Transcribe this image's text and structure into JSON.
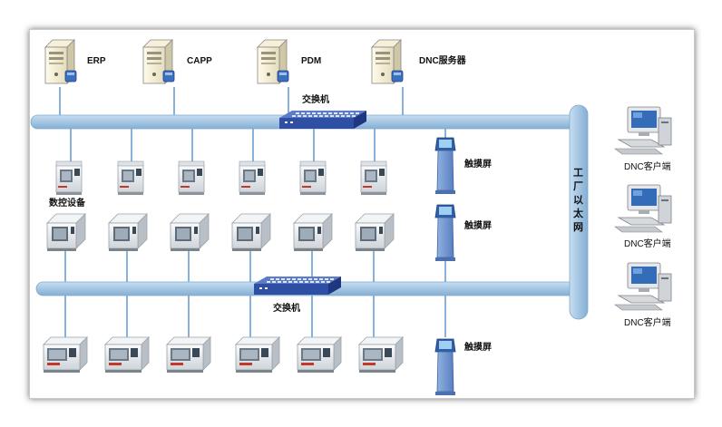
{
  "servers": [
    {
      "name": "ERP"
    },
    {
      "name": "CAPP"
    },
    {
      "name": "PDM"
    },
    {
      "name": "DNC服务器"
    }
  ],
  "switches": {
    "top_label": "交换机",
    "bottom_label": "交换机"
  },
  "cnc": {
    "label": "数控设备"
  },
  "touchscreens": [
    "触摸屏",
    "触摸屏",
    "触摸屏"
  ],
  "backbone": {
    "chars": [
      "工",
      "厂",
      "以",
      "太",
      "网"
    ]
  },
  "clients": [
    "DNC客户端",
    "DNC客户端",
    "DNC客户端"
  ],
  "colors": {
    "bus": "#a9cbe6",
    "bus_edge": "#7fa9cc",
    "drop_line": "#3a7fc0",
    "switch_body": "#2f4fa5",
    "machine_body": "#eef0f2",
    "machine_accent": "#c0392b"
  }
}
